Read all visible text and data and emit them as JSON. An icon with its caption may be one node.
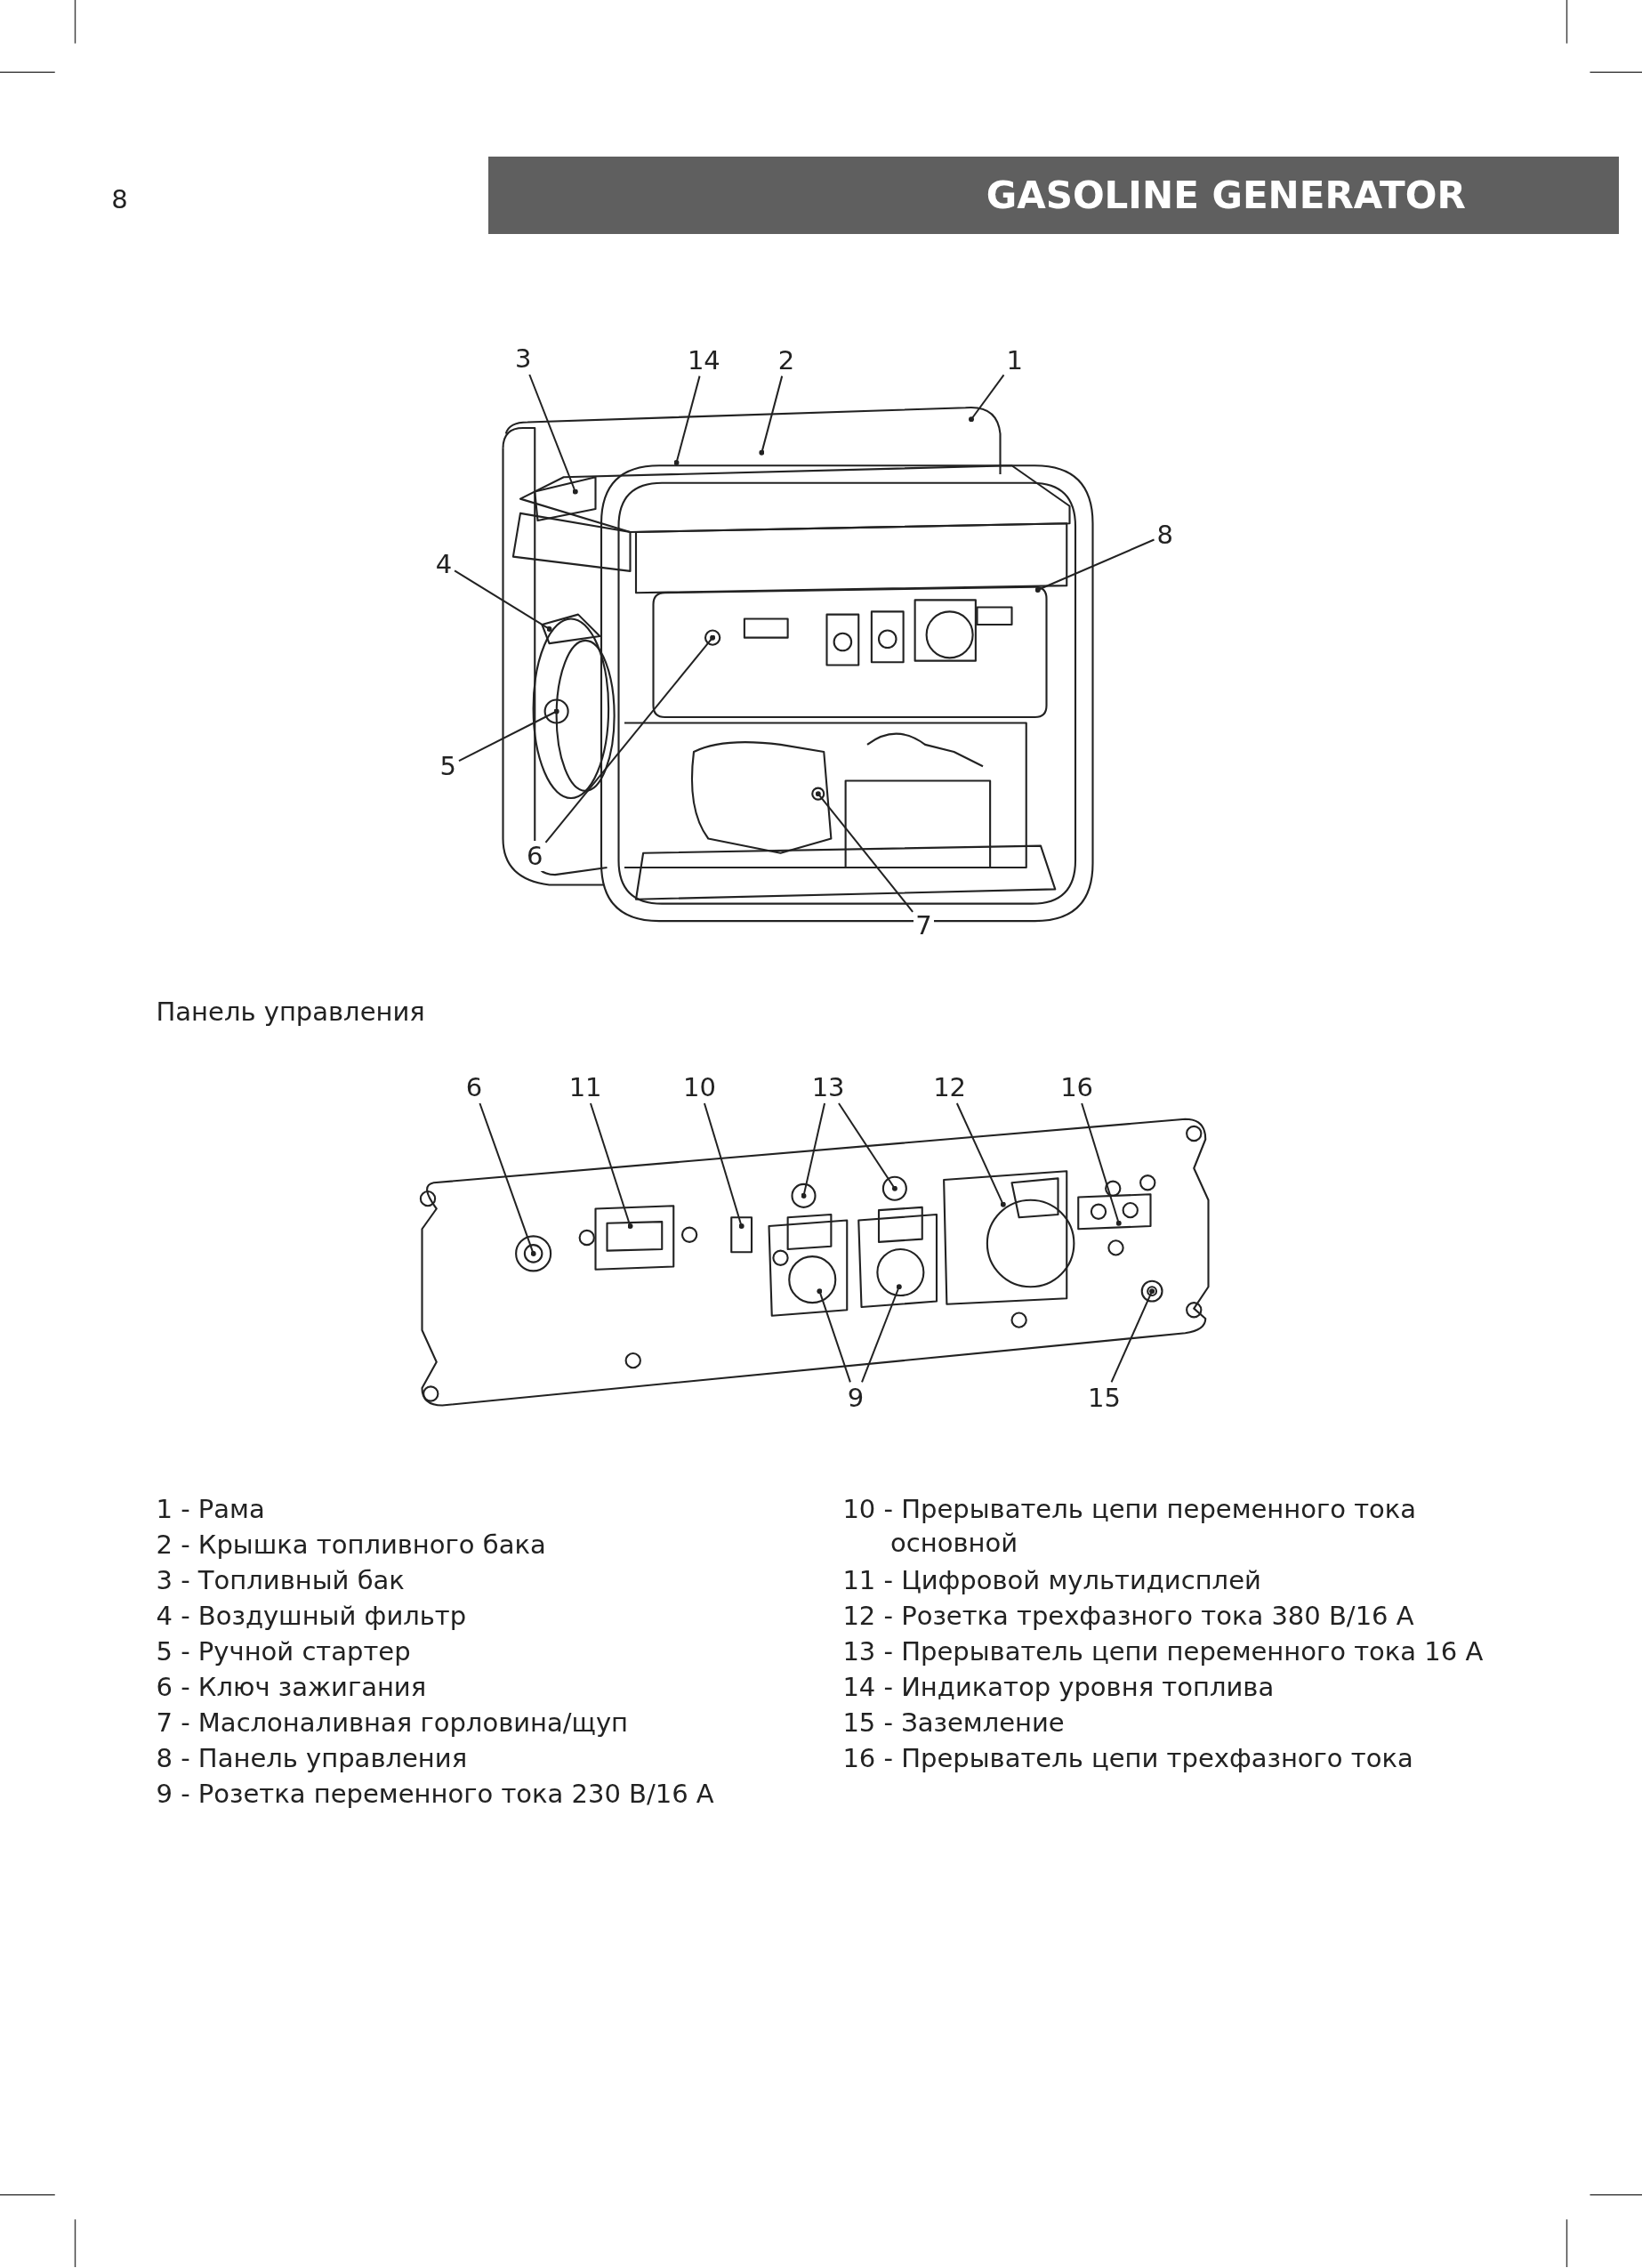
{
  "diagram": {
    "title": "GASOLINE GENERATOR",
    "nodes": [
      {
        "text": [
          "3"
        ]
      },
      {
        "text": [
          "14"
        ]
      },
      {
        "text": [
          "2"
        ]
      },
      {
        "text": [
          "1"
        ]
      },
      {
        "text": [
          "8"
        ]
      },
      {
        "text": [
          "4"
        ]
      },
      {
        "text": [
          "5"
        ]
      },
      {
        "text": [
          "6"
        ]
      },
      {
        "text": [
          "7"
        ]
      },
      {
        "text": [
          "6"
        ]
      },
      {
        "text": [
          "11"
        ]
      },
      {
        "text": [
          "10"
        ]
      },
      {
        "text": [
          "13"
        ]
      },
      {
        "text": [
          "12"
        ]
      },
      {
        "text": [
          "16"
        ]
      },
      {
        "text": [
          "9"
        ]
      },
      {
        "text": [
          "15"
        ]
      }
    ],
    "edges": [
      {
        "from": 0,
        "to": null,
        "arrow": "other"
      },
      {
        "from": 1,
        "to": null,
        "arrow": "other"
      },
      {
        "from": 2,
        "to": null,
        "arrow": "other"
      },
      {
        "from": 3,
        "to": null,
        "arrow": "other"
      },
      {
        "from": 4,
        "to": null,
        "arrow": "other"
      },
      {
        "from": 5,
        "to": null,
        "arrow": "other"
      },
      {
        "from": 6,
        "to": null,
        "arrow": "other"
      },
      {
        "from": 7,
        "to": null,
        "arrow": "other"
      },
      {
        "from": 8,
        "to": null,
        "arrow": "other"
      },
      {
        "from": 9,
        "to": null,
        "arrow": "other"
      },
      {
        "from": 10,
        "to": null,
        "arrow": "other"
      },
      {
        "from": 11,
        "to": null,
        "arrow": "other"
      },
      {
        "from": 12,
        "to": null,
        "arrow": "other"
      },
      {
        "from": 12,
        "to": null,
        "arrow": "other"
      },
      {
        "from": 13,
        "to": null,
        "arrow": "other"
      },
      {
        "from": 14,
        "to": null,
        "arrow": "other"
      },
      {
        "from": 15,
        "to": null,
        "arrow": "other"
      },
      {
        "from": 15,
        "to": null,
        "arrow": "other"
      },
      {
        "from": 16,
        "to": null,
        "arrow": "other"
      }
    ],
    "labels": [
      "8",
      "Панель управления",
      "1 - Рама",
      "2 - Крышка топливного бака",
      "3 - Топливный бак",
      "4 - Воздушный фильтр",
      "5 - Ручной стартер",
      "6 - Ключ зажигания",
      "7 - Маслоналивная горловина/щуп",
      "8 - Панель управления",
      "9 - Розетка переменного тока 230 В/16 А",
      "10 - Прерыватель цепи переменного тока основной",
      "11 - Цифровой мультидисплей",
      "12 - Розетка трехфазного тока 380 В/16 А",
      "13 - Прерыватель цепи переменного тока 16 А",
      "14 - Индикатор уровня топлива",
      "15 - Заземление",
      "16 - Прерыватель цепи трехфазного тока"
    ]
  }
}
